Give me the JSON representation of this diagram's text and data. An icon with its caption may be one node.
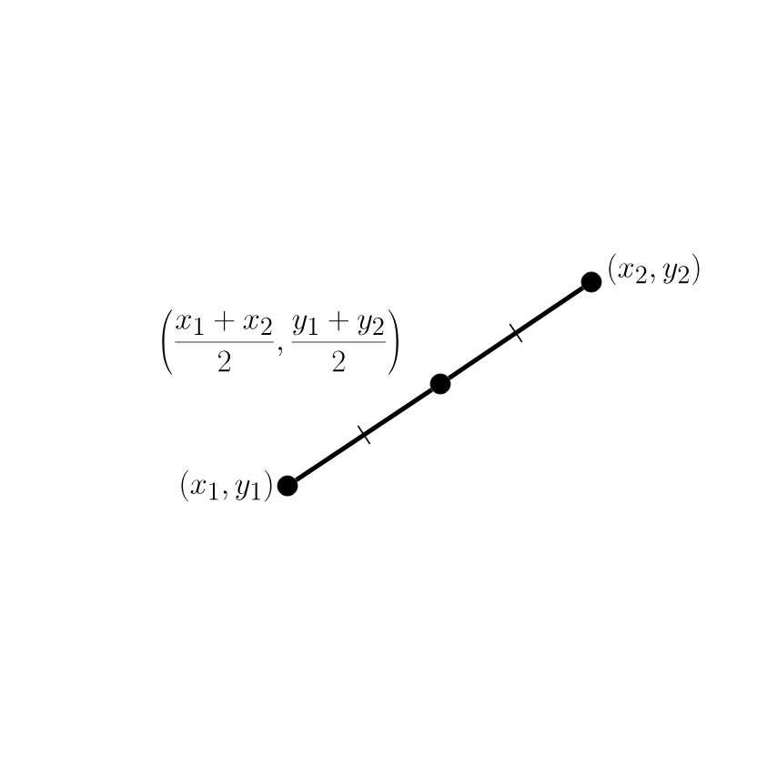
{
  "diagram": {
    "nodes": [
      {
        "text": [],
        "shape": "circle",
        "beside": [
          "(x_1, y_1)"
        ]
      },
      {
        "text": [],
        "shape": "circle",
        "beside": [
          "\\left(\\frac{x_1+x_2}{2},\\frac{y_1+y_2}{2}\\right)"
        ]
      },
      {
        "text": [],
        "shape": "circle",
        "beside": [
          "(x_2, y_2)"
        ]
      }
    ],
    "edges": [
      {
        "from": 0,
        "to": 1,
        "arrow": "none"
      },
      {
        "from": 1,
        "to": 2,
        "arrow": "none"
      }
    ]
  }
}
